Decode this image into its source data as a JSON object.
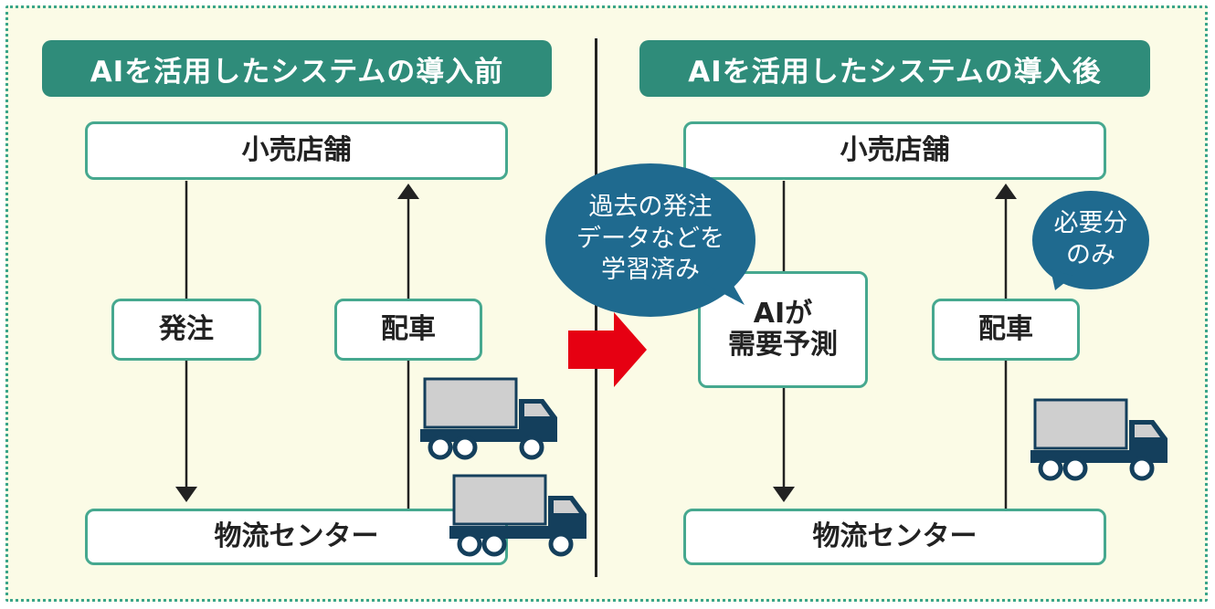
{
  "left": {
    "header": "AIを活用したシステムの導入前",
    "store": "小売店舗",
    "order": "発注",
    "dispatch": "配車",
    "center": "物流センター"
  },
  "right": {
    "header": "AIを活用したシステムの導入後",
    "store": "小売店舗",
    "ai_line1": "AIが",
    "ai_line2": "需要予測",
    "dispatch": "配車",
    "center": "物流センター"
  },
  "bubbles": {
    "learned": [
      "過去の発注",
      "データなどを",
      "学習済み"
    ],
    "only_needed": [
      "必要分",
      "のみ"
    ]
  },
  "colors": {
    "header_bg": "#2f8c7a",
    "box_border": "#46a88f",
    "panel_bg": "#fbfbe6",
    "bubble": "#1f6a8f",
    "truck_cab": "#143f5c",
    "truck_cargo": "#cfcfcf",
    "red_arrow": "#e60012"
  }
}
